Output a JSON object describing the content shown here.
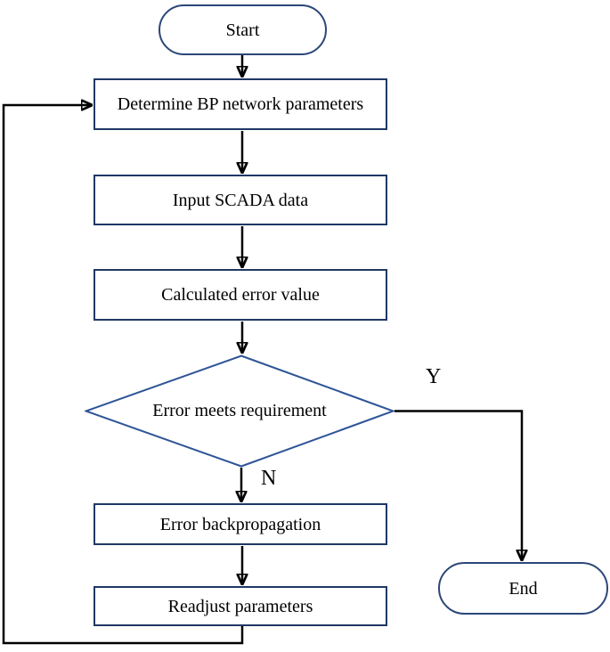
{
  "nodes": {
    "start": {
      "label": "Start",
      "type": "terminal"
    },
    "determine": {
      "label": "Determine BP network parameters",
      "type": "process"
    },
    "input": {
      "label": "Input SCADA data",
      "type": "process"
    },
    "calculate": {
      "label": "Calculated error value",
      "type": "process"
    },
    "decision": {
      "label": "Error meets requirement",
      "type": "decision"
    },
    "backprop": {
      "label": "Error backpropagation",
      "type": "process"
    },
    "readjust": {
      "label": "Readjust parameters",
      "type": "process"
    },
    "end": {
      "label": "End",
      "type": "terminal"
    }
  },
  "edges": {
    "yes_label": "Y",
    "no_label": "N"
  },
  "colors": {
    "process_border": "#1f3864",
    "terminal_border": "#2c4778",
    "decision_border": "#2f5597",
    "connector": "#000000",
    "text": "#000000",
    "background": "#ffffff"
  }
}
